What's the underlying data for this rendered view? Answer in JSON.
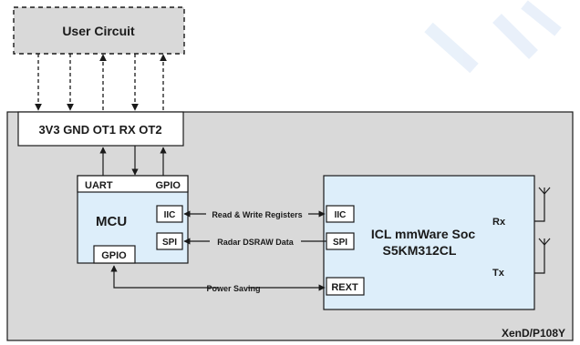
{
  "user_circuit": {
    "label": "User Circuit"
  },
  "connector": {
    "label": "3V3 GND OT1 RX OT2"
  },
  "mcu": {
    "label": "MCU",
    "uart_label": "UART",
    "gpio_top_label": "GPIO",
    "iic_label": "IIC",
    "spi_label": "SPI",
    "gpio_bottom_label": "GPIO"
  },
  "soc": {
    "title_line1": "ICL mmWare Soc",
    "title_line2": "S5KM312CL",
    "iic_label": "IIC",
    "spi_label": "SPI",
    "rext_label": "REXT",
    "rx_label": "Rx",
    "tx_label": "Tx"
  },
  "links": {
    "registers": "Read & Write Registers",
    "dsraw": "Radar DSRAW Data",
    "power": "Power Saving"
  },
  "module": {
    "name": "XenD/P108Y"
  },
  "colors": {
    "module_bg": "#d9d9d9",
    "block_fill": "#ddeefa",
    "user_circuit_fill": "#d9d9d9",
    "line": "#1a1a1a",
    "watermark": "#dbe7f7"
  }
}
